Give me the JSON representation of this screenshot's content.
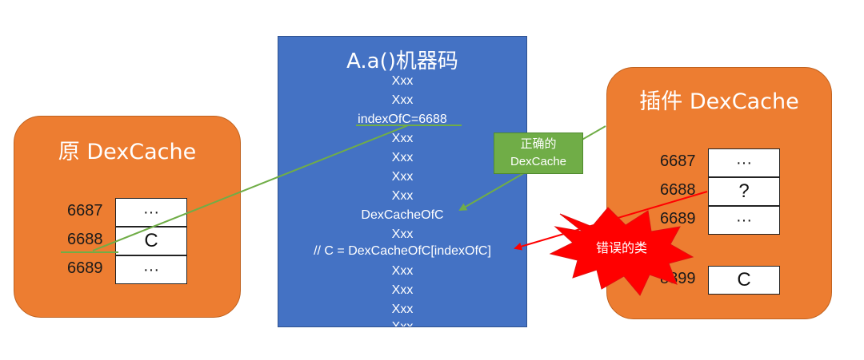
{
  "original_cache": {
    "title": "原 DexCache",
    "rows": [
      {
        "index": "6687",
        "value": "···"
      },
      {
        "index": "6688",
        "value": "C"
      },
      {
        "index": "6689",
        "value": "···"
      }
    ]
  },
  "machine_code": {
    "title": "A.a()机器码",
    "lines": [
      "Xxx",
      "Xxx",
      "indexOfC=6688",
      "Xxx",
      "Xxx",
      "Xxx",
      "Xxx",
      "DexCacheOfC",
      "Xxx",
      "// C = DexCacheOfC[indexOfC]",
      "Xxx",
      "Xxx",
      "Xxx",
      "Xxx"
    ]
  },
  "plugin_cache": {
    "title": "插件 DexCache",
    "rows": [
      {
        "index": "6687",
        "value": "···"
      },
      {
        "index": "6688",
        "value": "?"
      },
      {
        "index": "6689",
        "value": "···"
      },
      {
        "index": "8899",
        "value": "C"
      }
    ]
  },
  "callouts": {
    "correct_line1": "正确的",
    "correct_line2": "DexCache",
    "wrong_class": "错误的类"
  },
  "colors": {
    "panel_orange": "#ed7d31",
    "code_blue": "#4472c4",
    "callout_green": "#70ad47",
    "error_red": "#ff0000"
  }
}
